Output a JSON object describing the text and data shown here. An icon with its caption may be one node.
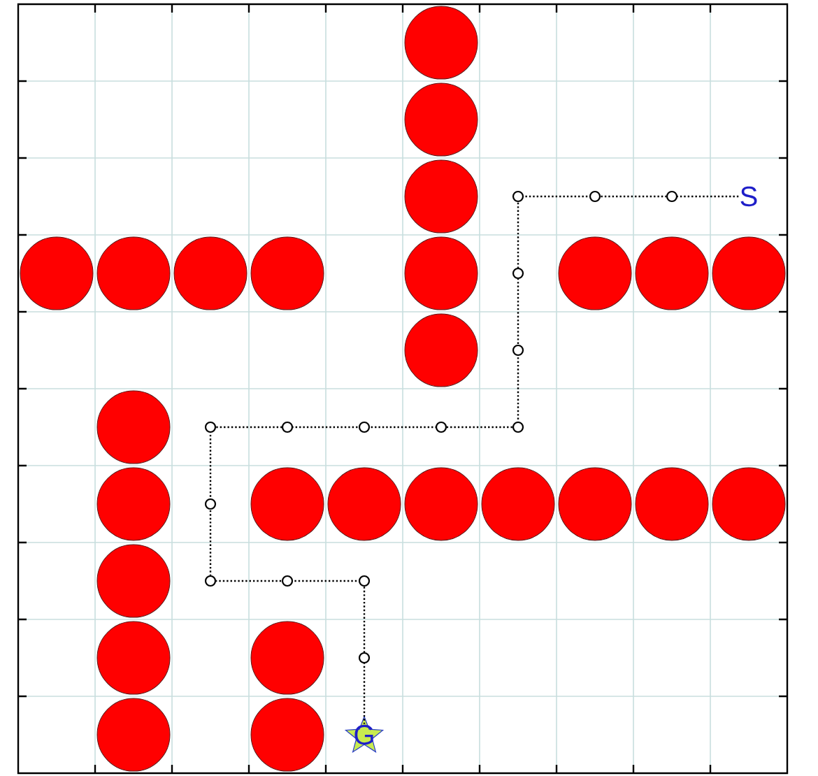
{
  "diagram": {
    "nodes": [
      {
        "text": [
          "S"
        ]
      },
      {
        "text": [
          "G"
        ]
      }
    ],
    "edges": [
      {
        "from": 0,
        "to": 1,
        "arrow": "none"
      }
    ]
  }
}
